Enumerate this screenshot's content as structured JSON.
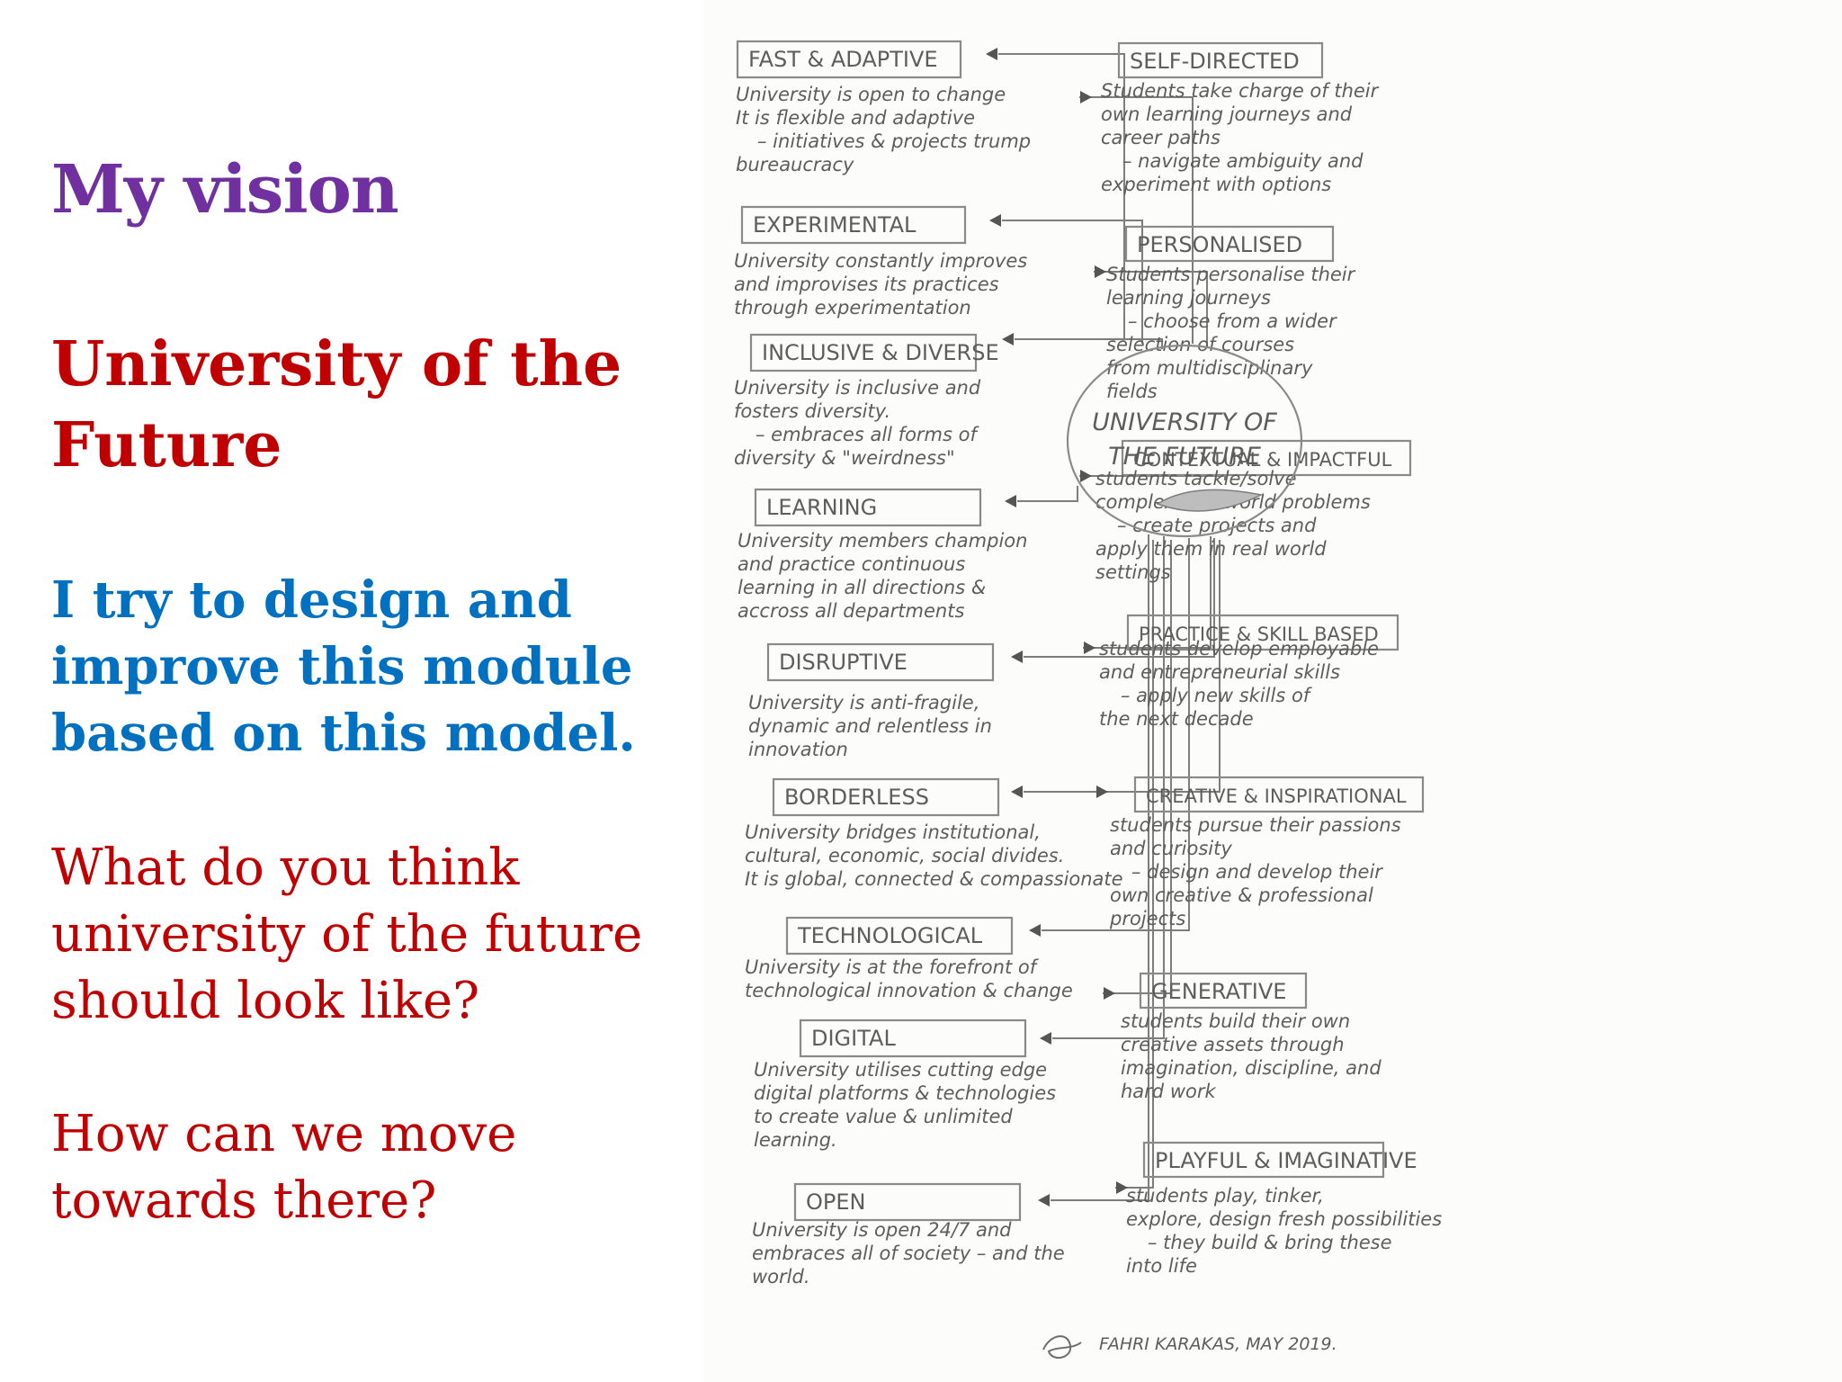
{
  "colors": {
    "vision": "#7030a0",
    "title": "#c00000",
    "design": "#0070c0",
    "question": "#c00000",
    "sketch_ink": "#5d5d5d"
  },
  "left": {
    "vision": "My vision",
    "university_line1": "University of the",
    "university_line2": "Future",
    "design_line1": "I try to design and",
    "design_line2": "improve this module",
    "design_line3": "based on this model.",
    "q1_line1": "What do you think",
    "q1_line2": "university of the future",
    "q1_line3": "should look like?",
    "q2_line1": "How can we move",
    "q2_line2": "towards there?"
  },
  "diagram": {
    "center_line1": "UNIVERSITY OF",
    "center_line2": "THE FUTURE",
    "left_items": [
      {
        "label": "FAST & ADAPTIVE",
        "lines": [
          "University is open to change",
          "It is flexible and adaptive",
          "– initiatives & projects trump",
          "bureaucracy"
        ]
      },
      {
        "label": "EXPERIMENTAL",
        "lines": [
          "University constantly improves",
          "and improvises its practices",
          "through experimentation"
        ]
      },
      {
        "label": "INCLUSIVE & DIVERSE",
        "lines": [
          "University is inclusive and",
          "fosters diversity.",
          "– embraces all forms of",
          "diversity & \"weirdness\""
        ]
      },
      {
        "label": "LEARNING",
        "lines": [
          "University members champion",
          "and practice continuous",
          "learning in all directions &",
          "accross all departments"
        ]
      },
      {
        "label": "DISRUPTIVE",
        "lines": [
          "University is anti-fragile,",
          "dynamic and relentless in",
          "innovation"
        ]
      },
      {
        "label": "BORDERLESS",
        "lines": [
          "University bridges institutional,",
          "cultural, economic, social divides.",
          "It is global, connected & compassionate"
        ]
      },
      {
        "label": "TECHNOLOGICAL",
        "lines": [
          "University is at the forefront of",
          "technological innovation & change"
        ]
      },
      {
        "label": "DIGITAL",
        "lines": [
          "University utilises cutting edge",
          "digital platforms & technologies",
          "to create value & unlimited",
          "learning."
        ]
      },
      {
        "label": "OPEN",
        "lines": [
          "University is open 24/7 and",
          "embraces all of society – and the",
          "world."
        ]
      }
    ],
    "right_items": [
      {
        "label": "SELF-DIRECTED",
        "lines": [
          "Students take charge of their",
          "own learning journeys and",
          "career paths",
          "– navigate ambiguity and",
          "experiment with options"
        ]
      },
      {
        "label": "PERSONALISED",
        "lines": [
          "Students personalise their",
          "learning journeys",
          "– choose from a wider",
          "selection of courses",
          "from multidisciplinary",
          "fields"
        ]
      },
      {
        "label": "CONTEXTUAL & IMPACTFUL",
        "lines": [
          "students tackle/solve",
          "complex real world problems",
          "– create projects and",
          "apply them in real world",
          "settings"
        ]
      },
      {
        "label": "PRACTICE & SKILL BASED",
        "lines": [
          "students develop employable",
          "and entrepreneurial skills",
          "– apply new skills of",
          "the next decade"
        ]
      },
      {
        "label": "CREATIVE & INSPIRATIONAL",
        "lines": [
          "students pursue their passions",
          "and curiosity",
          "– design and develop their",
          "own creative & professional",
          "projects"
        ]
      },
      {
        "label": "GENERATIVE",
        "lines": [
          "students build their own",
          "creative assets through",
          "imagination, discipline, and",
          "hard work"
        ]
      },
      {
        "label": "PLAYFUL & IMAGINATIVE",
        "lines": [
          "students play, tinker,",
          "explore, design fresh possibilities",
          "– they build & bring these",
          "into life"
        ]
      }
    ],
    "signature": "FAHRI KARAKAS, MAY 2019."
  }
}
